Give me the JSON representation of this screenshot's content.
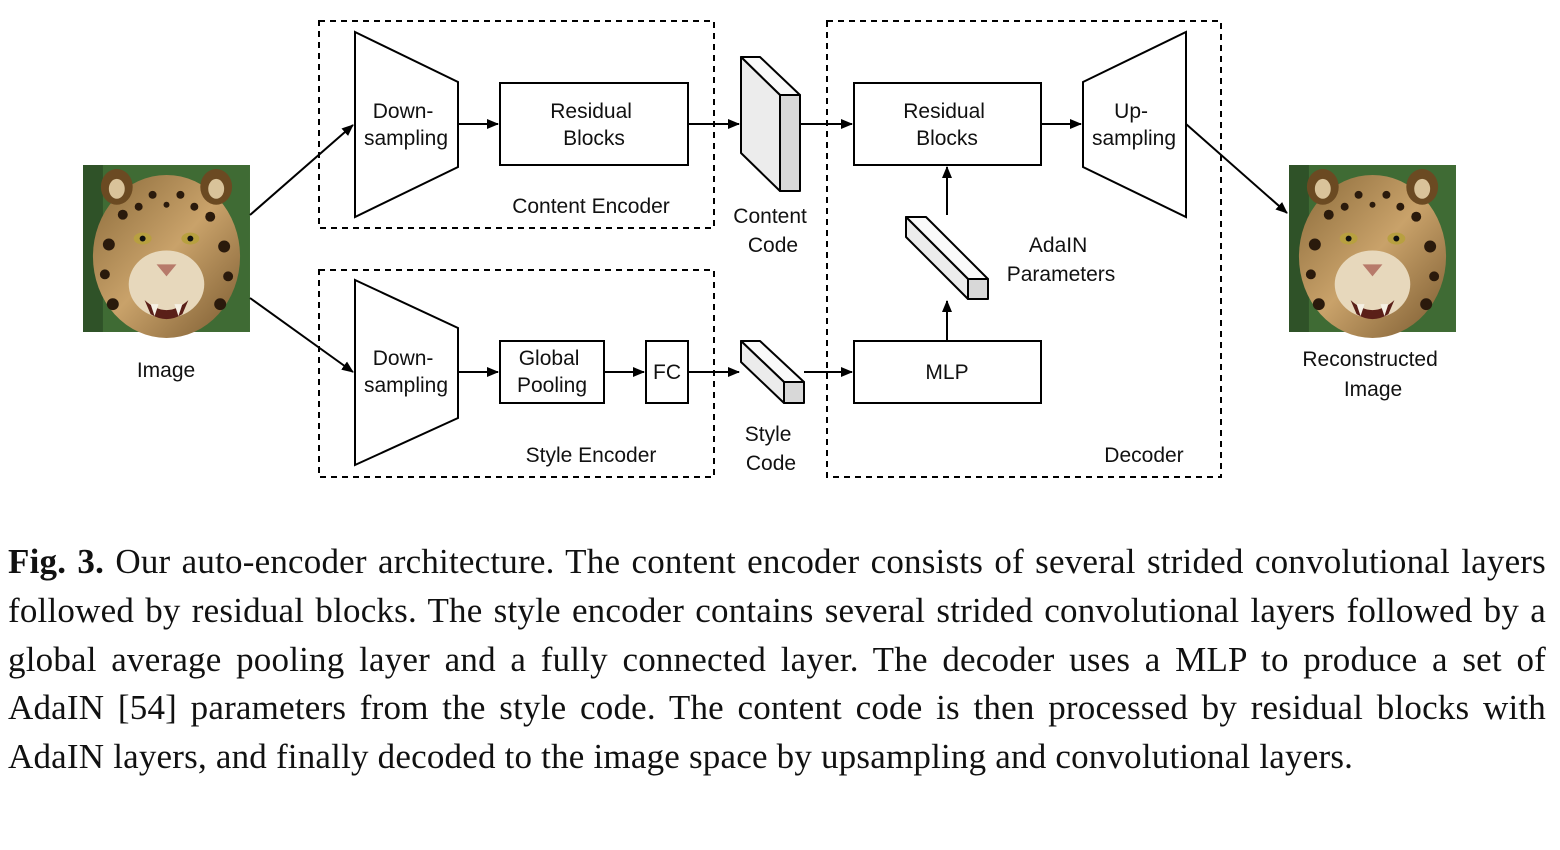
{
  "diagram": {
    "input_image_label": "Image",
    "output_image_label": "Reconstructed Image",
    "content_encoder": {
      "title": "Content Encoder",
      "downsampling": "Down-sampling",
      "residual_blocks": "Residual Blocks"
    },
    "content_code": "Content Code",
    "style_encoder": {
      "title": "Style Encoder",
      "downsampling": "Down-sampling",
      "global_pooling": "Global Pooling",
      "fc": "FC"
    },
    "style_code": "Style Code",
    "decoder": {
      "title": "Decoder",
      "residual_blocks": "Residual Blocks",
      "upsampling": "Up-sampling",
      "adain_parameters": "AdaIN Parameters",
      "mlp": "MLP"
    }
  },
  "caption": {
    "label": "Fig. 3.",
    "text": "Our auto-encoder architecture. The content encoder consists of several strided convolutional layers followed by residual blocks. The style encoder contains several strided convolutional layers followed by a global average pooling layer and a fully connected layer. The decoder uses a MLP to produce a set of AdaIN [54] parameters from the style code. The content code is then processed by residual blocks with AdaIN layers, and finally decoded to the image space by upsampling and convolutional layers."
  }
}
